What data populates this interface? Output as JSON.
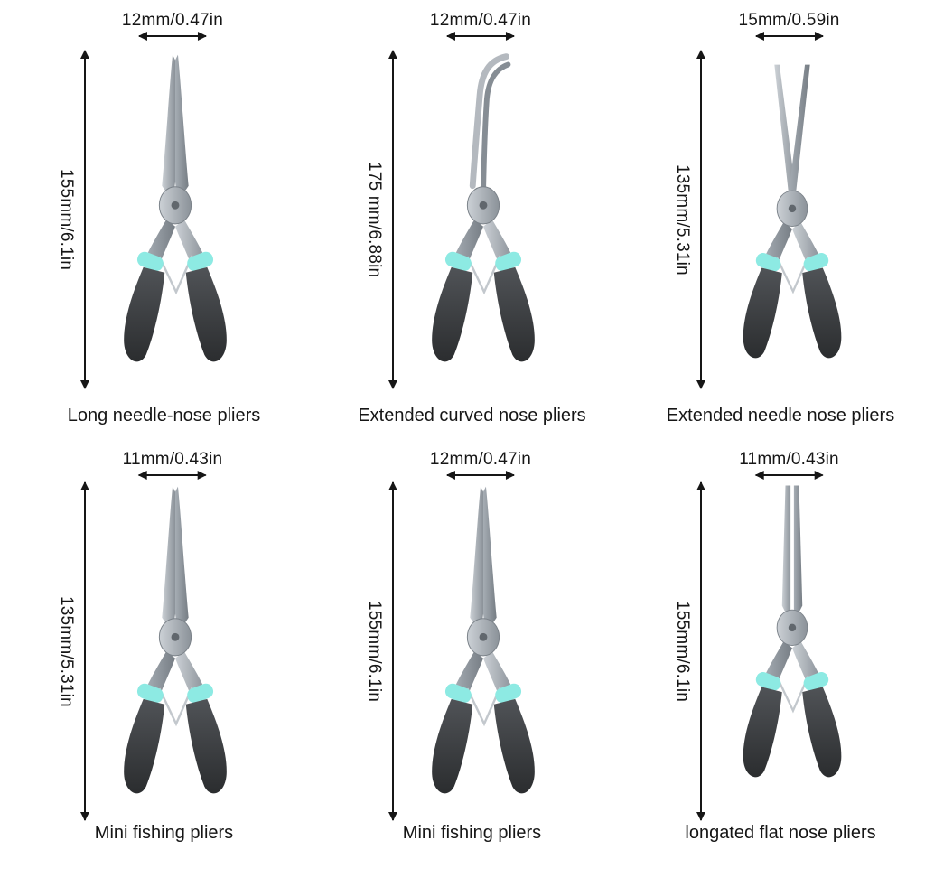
{
  "page": {
    "background_color": "#ffffff",
    "annotation_color": "#161616",
    "accent_band_color": "#8deae3",
    "grip_color": "#3a3d40",
    "metal_color": "#a9aeb4"
  },
  "products": [
    {
      "name": "long-needle-nose-pliers",
      "width_label": "12mm/0.47in",
      "height_label": "155mm/6.1in",
      "caption": "Long needle-nose pliers",
      "nose_style": "straight needle nose"
    },
    {
      "name": "extended-curved-nose-pliers",
      "width_label": "12mm/0.47in",
      "height_label": "175 mm/6.88in",
      "caption": "Extended curved nose pliers",
      "nose_style": "curved nose"
    },
    {
      "name": "extended-needle-nose-pliers",
      "width_label": "15mm/0.59in",
      "height_label": "135mm/5.31in",
      "caption": "Extended needle nose pliers",
      "nose_style": "open needle nose"
    },
    {
      "name": "mini-fishing-pliers-1",
      "width_label": "11mm/0.43in",
      "height_label": "135mm/5.31in",
      "caption": "Mini fishing pliers",
      "nose_style": "straight needle nose"
    },
    {
      "name": "mini-fishing-pliers-2",
      "width_label": "12mm/0.47in",
      "height_label": "155mm/6.1in",
      "caption": "Mini fishing pliers",
      "nose_style": "straight needle nose"
    },
    {
      "name": "elongated-flat-nose-pliers",
      "width_label": "11mm/0.43in",
      "height_label": "155mm/6.1in",
      "caption": "longated flat nose pliers",
      "nose_style": "flat nose"
    }
  ]
}
